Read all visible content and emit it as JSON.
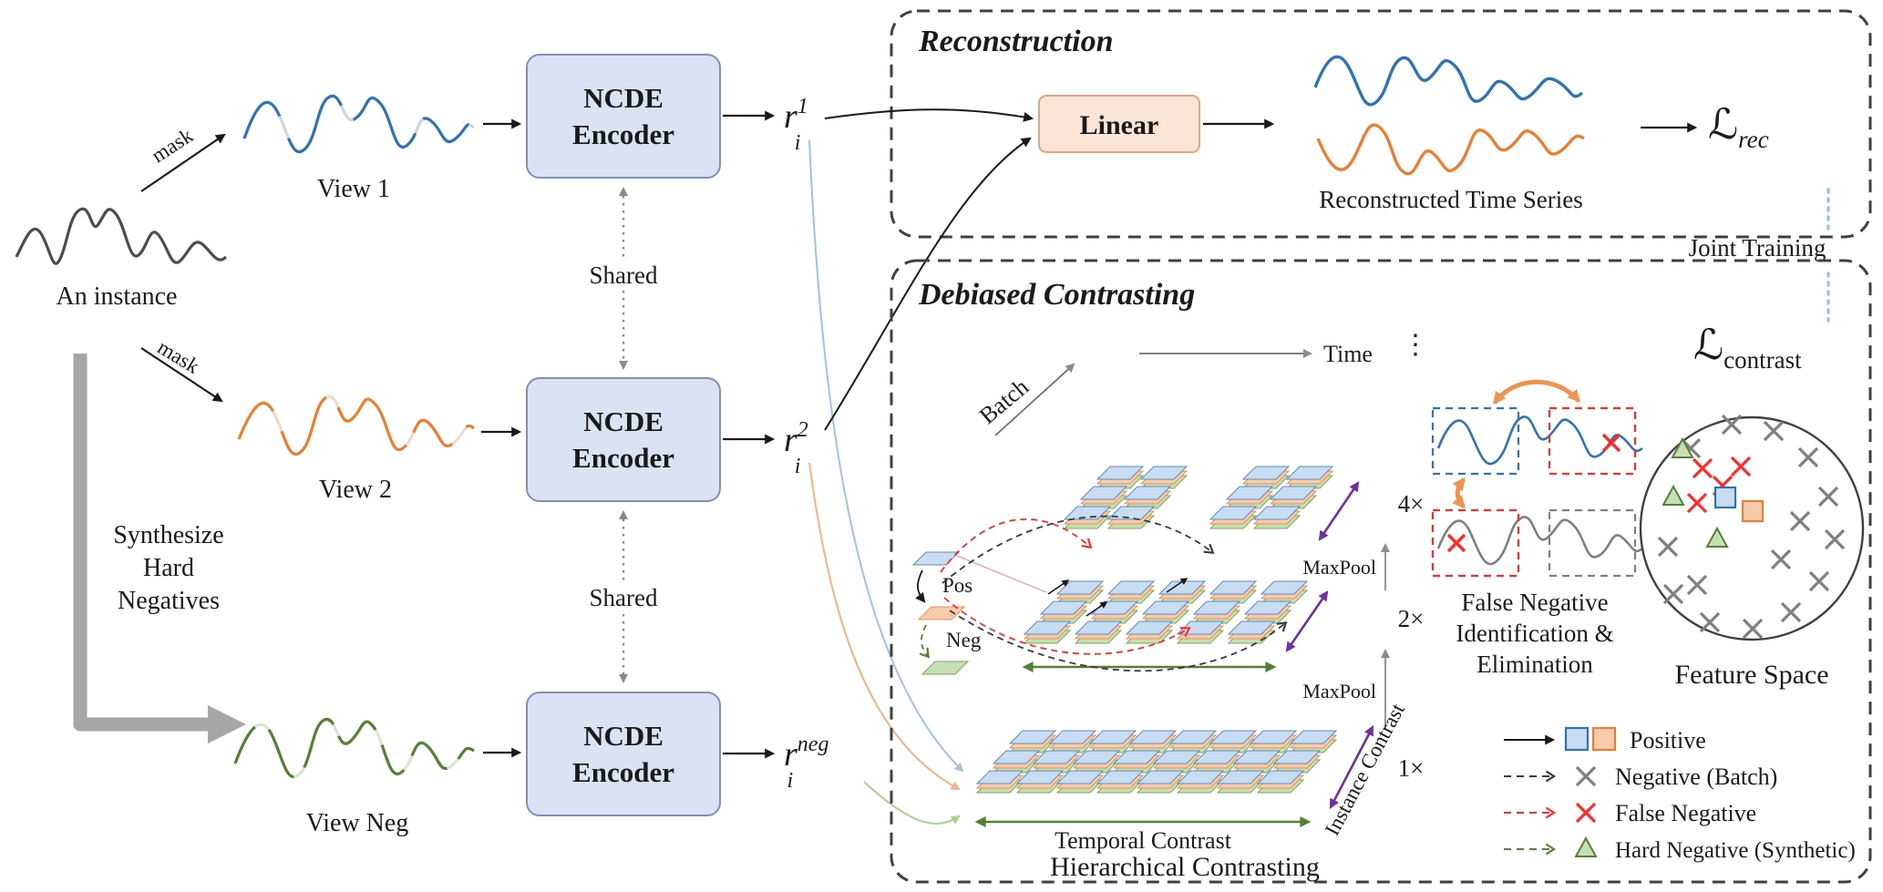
{
  "figure": {
    "left": {
      "instance_label": "An instance",
      "mask_label_1": "mask",
      "mask_label_2": "mask",
      "view1_label": "View 1",
      "view2_label": "View 2",
      "view_neg_label": "View Neg",
      "synthesize_lines": [
        "Synthesize",
        "Hard",
        "Negatives"
      ]
    },
    "encoder": {
      "line1": "NCDE",
      "line2": "Encoder",
      "shared_label": "Shared"
    },
    "outputs": {
      "r1": {
        "base": "r",
        "sub": "i",
        "sup": "1"
      },
      "r2": {
        "base": "r",
        "sub": "i",
        "sup": "2"
      },
      "rneg": {
        "base": "r",
        "sub": "i",
        "sup": "neg"
      }
    },
    "reconstruction": {
      "title": "Reconstruction",
      "linear_label": "Linear",
      "recon_series_label": "Reconstructed Time Series",
      "loss_symbol": "ℒ",
      "loss_sub": "rec"
    },
    "joint_training_label": "Joint Training",
    "debiased": {
      "title": "Debiased Contrasting",
      "loss_symbol": "ℒ",
      "loss_sub": "contrast",
      "time_label": "Time",
      "batch_label": "Batch",
      "dots": "⋮",
      "maxpool_label_1": "MaxPool",
      "maxpool_label_2": "MaxPool",
      "scale_4": "4×",
      "scale_2": "2×",
      "scale_1": "1×",
      "instance_contrast_label": "Instance Contrast",
      "temporal_contrast_label": "Temporal Contrast",
      "hierarchical_label": "Hierarchical Contrasting",
      "pos_label": "Pos",
      "neg_label": "Neg",
      "false_negative_lines": [
        "False Negative",
        "Identification &",
        "Elimination"
      ],
      "feature_space_label": "Feature Space"
    },
    "legend": {
      "positive": "Positive",
      "negative_batch": "Negative (Batch)",
      "false_negative": "False Negative",
      "hard_negative": "Hard Negative (Synthetic)"
    },
    "colors": {
      "blue": "#2e74b5",
      "orange": "#ed7d31",
      "green": "#538135",
      "gray": "#595959",
      "purple": "#7030a0",
      "red": "#ff2222",
      "joint_blue": "#2f5496",
      "tile_blue": "#c9ddf2",
      "tile_orange": "#f8cbad",
      "tile_green": "#c6e0b4",
      "encoder_fill": "#dae3f3",
      "linear_fill": "#fbe5d6"
    }
  }
}
